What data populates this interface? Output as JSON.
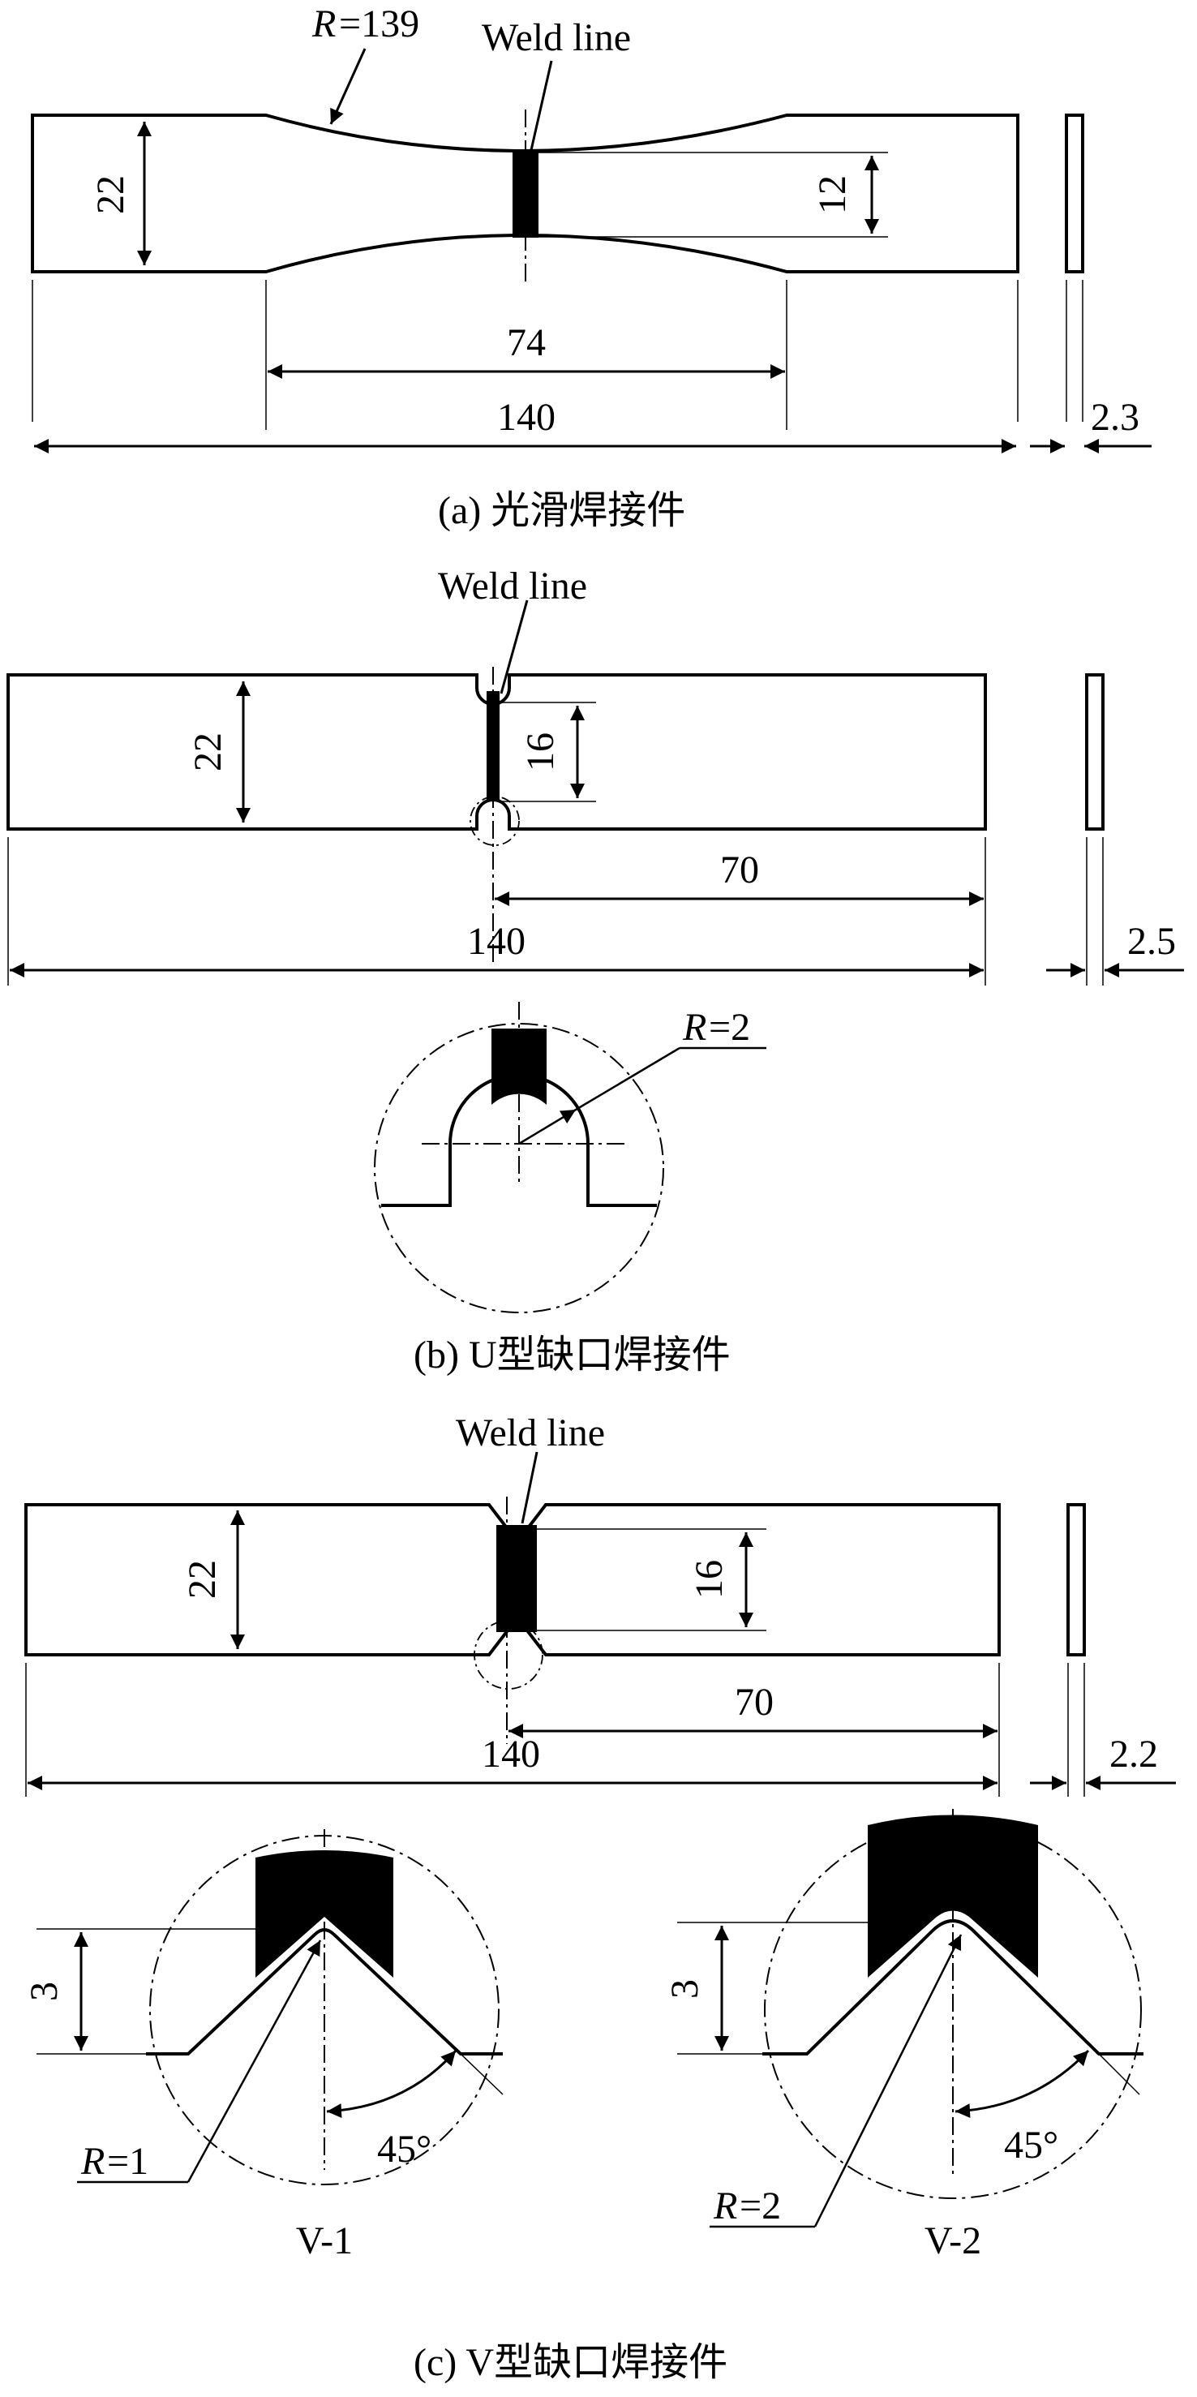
{
  "a": {
    "radius_label": "R",
    "radius_value": "=139",
    "weld_label": "Weld line",
    "dims": {
      "width": "22",
      "neck": "12",
      "gauge": "74",
      "length": "140",
      "thickness": "2.3"
    },
    "caption": "(a) 光滑焊接件"
  },
  "b": {
    "weld_label": "Weld line",
    "dims": {
      "width": "22",
      "ligament": "16",
      "half": "70",
      "length": "140",
      "thickness": "2.5"
    },
    "detail_radius_label": "R",
    "detail_radius_value": "=2",
    "caption": "(b) U型缺口焊接件"
  },
  "c": {
    "weld_label": "Weld line",
    "dims": {
      "width": "22",
      "ligament": "16",
      "half": "70",
      "length": "140",
      "thickness": "2.2"
    },
    "v1": {
      "depth": "3",
      "radius_label": "R",
      "radius_value": "=1",
      "angle": "45°",
      "name": "V-1"
    },
    "v2": {
      "depth": "3",
      "radius_label": "R",
      "radius_value": "=2",
      "angle": "45°",
      "name": "V-2"
    },
    "caption": "(c) V型缺口焊接件"
  }
}
